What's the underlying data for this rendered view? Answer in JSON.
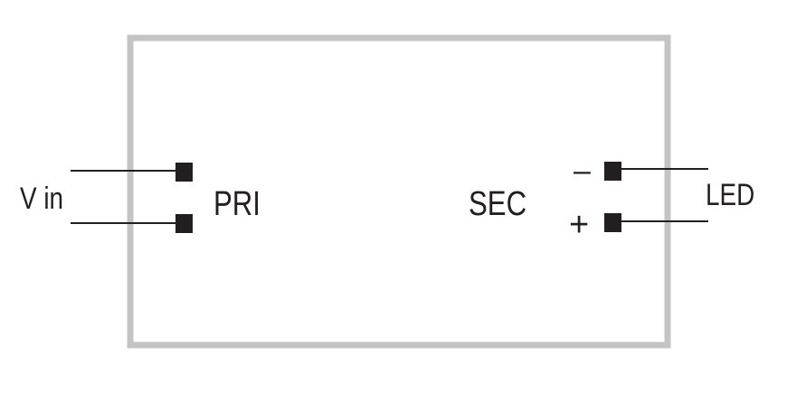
{
  "labels": {
    "input": "V in",
    "primary": "PRI",
    "secondary": "SEC",
    "output": "LED",
    "negative": "–",
    "positive": "+"
  },
  "colors": {
    "enclosure": "#c4c4c6",
    "ink": "#231f20",
    "background": "#ffffff"
  }
}
